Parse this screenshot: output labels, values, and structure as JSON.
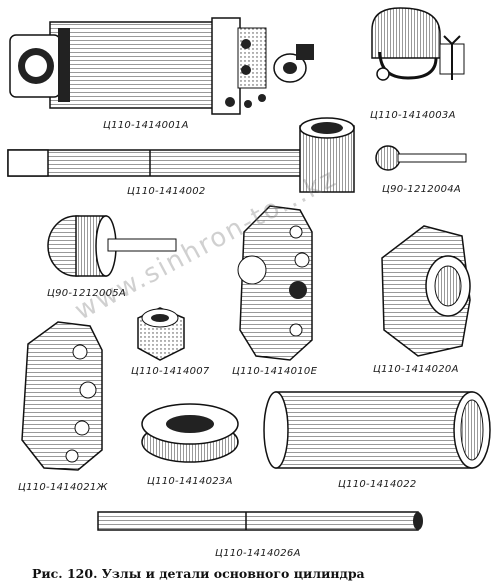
{
  "figure": {
    "caption": "Рис. 120. Узлы и детали основного цилиндра",
    "watermark": "www.sinhron-to...kz",
    "parts": [
      {
        "id": "p1",
        "label": "Ц110-1414001А"
      },
      {
        "id": "p2",
        "label": "Ц110-1414003А"
      },
      {
        "id": "p3",
        "label": "Ц110-1414002"
      },
      {
        "id": "p4",
        "label": "Ц90-1212004А"
      },
      {
        "id": "p5",
        "label": "Ц90-1212005А"
      },
      {
        "id": "p6",
        "label": "Ц110-1414007"
      },
      {
        "id": "p7",
        "label": "Ц110-1414010Е"
      },
      {
        "id": "p8",
        "label": "Ц110-1414020А"
      },
      {
        "id": "p9",
        "label": "Ц110-1414021Ж"
      },
      {
        "id": "p10",
        "label": "Ц110-1414023А"
      },
      {
        "id": "p11",
        "label": "Ц110-1414022"
      },
      {
        "id": "p12",
        "label": "Ц110-1414026А"
      }
    ]
  }
}
